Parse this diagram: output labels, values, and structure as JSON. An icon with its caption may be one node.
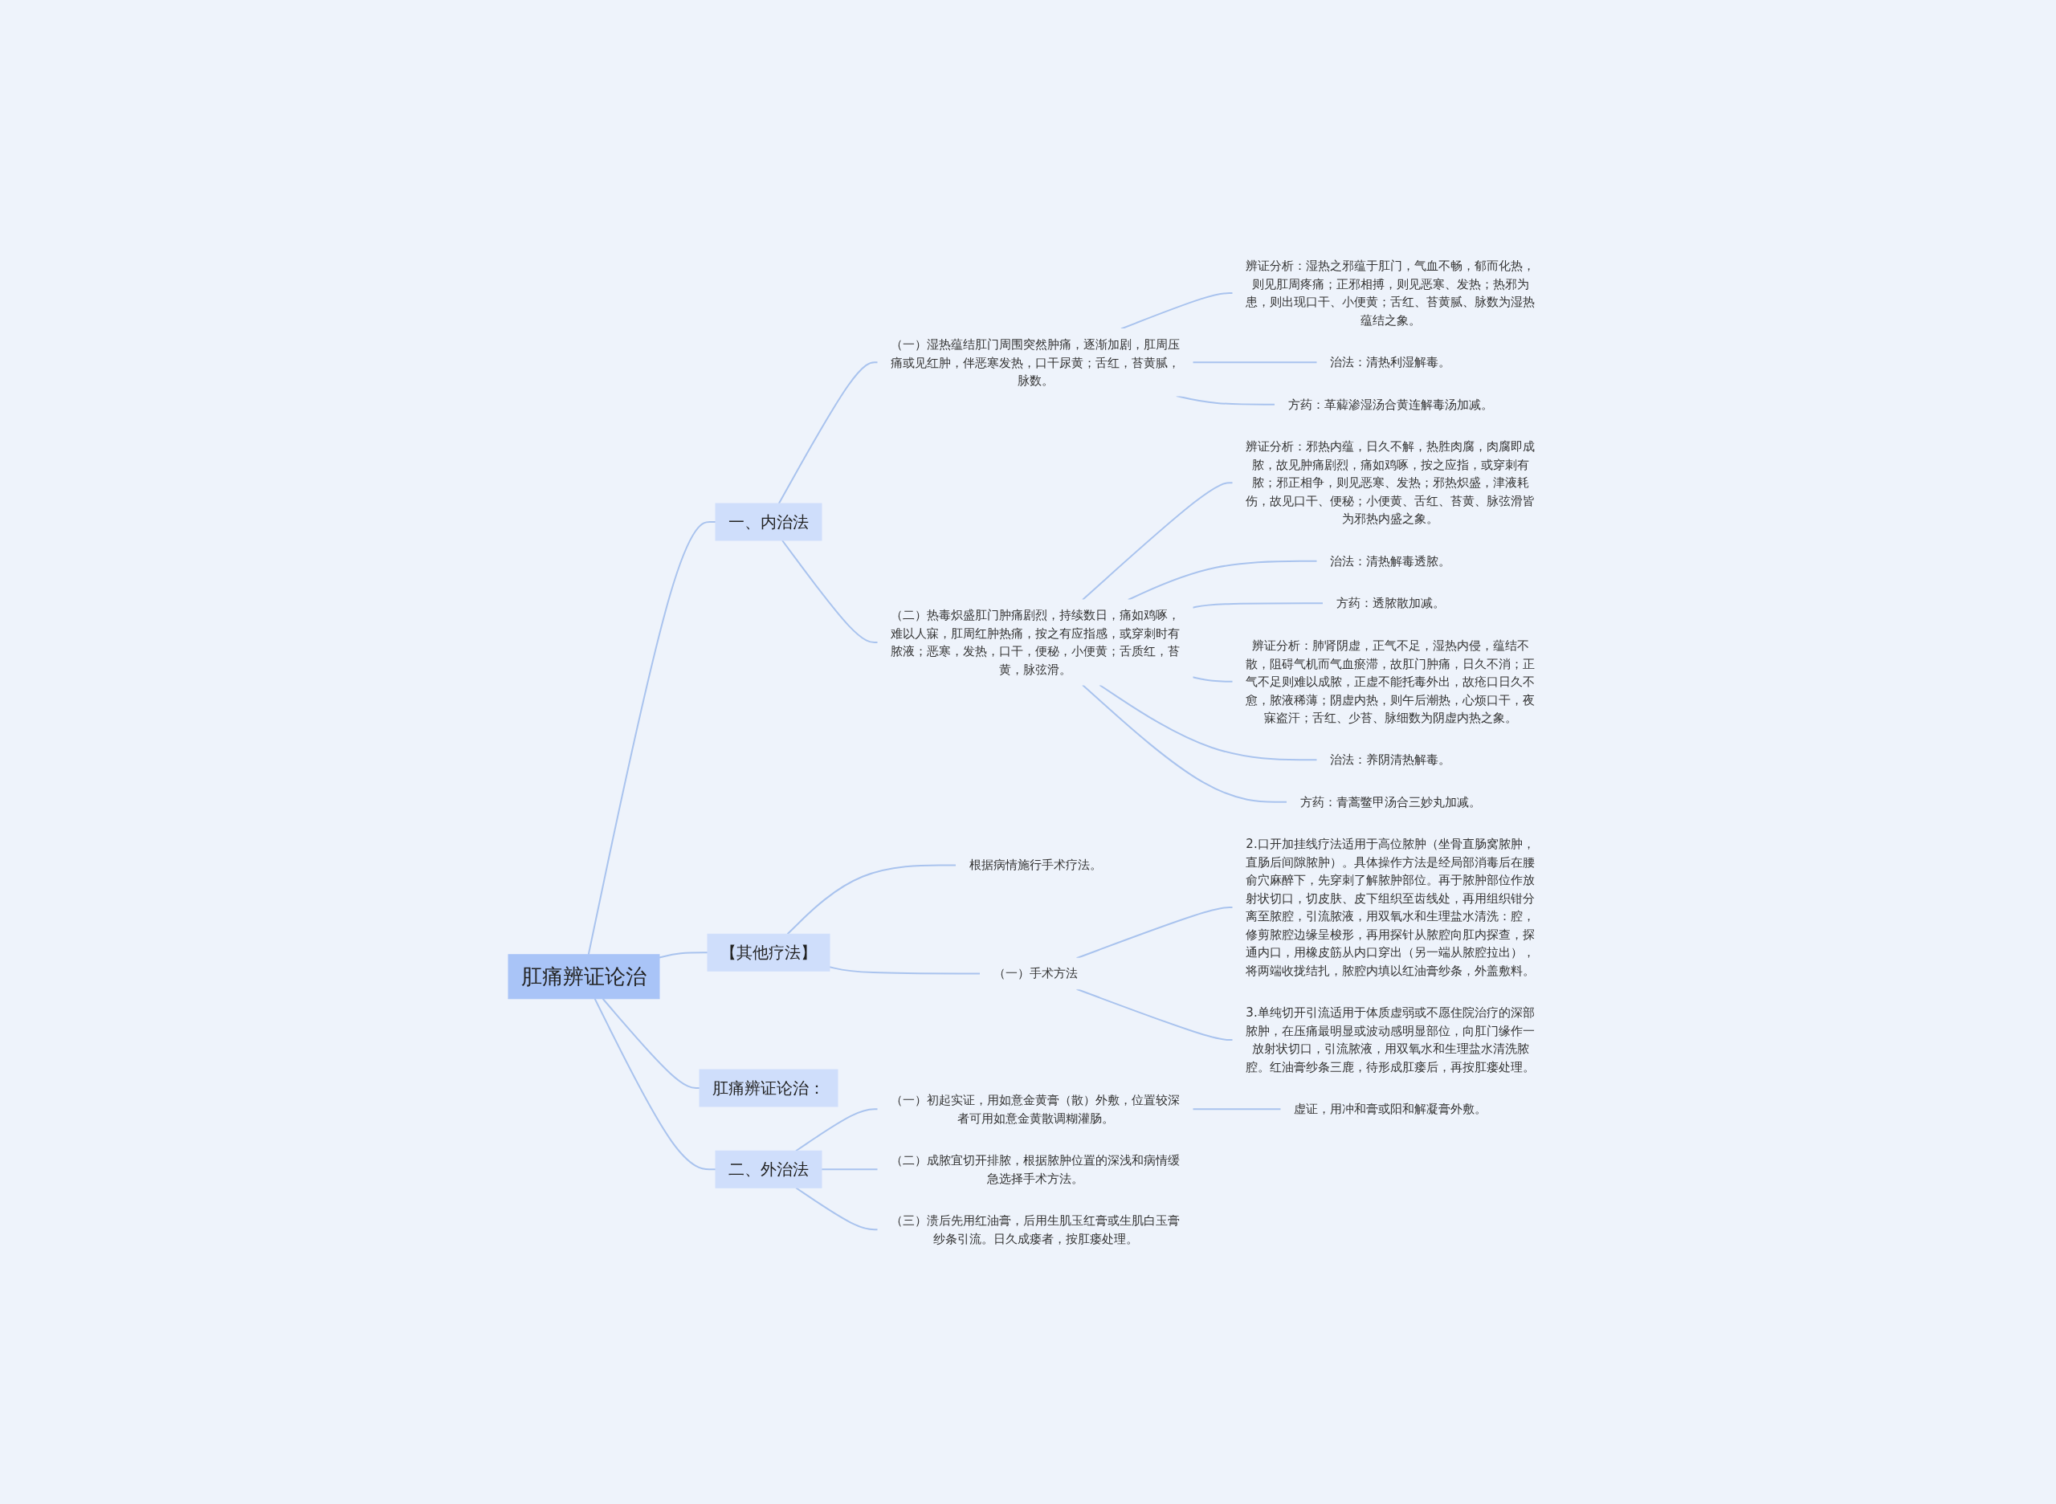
{
  "diagram": {
    "nodes": [
      {
        "text": [
          "肛痛辨证论治"
        ]
      },
      {
        "text": [
          "一、内治法"
        ]
      },
      {
        "text": [
          "（一）湿热蕴结肛门周围突然肿痛，逐渐加剧，肛周压痛或见红肿，伴恶寒发热，口干尿黄；舌红，苔黄腻，脉数。"
        ]
      },
      {
        "text": [
          "辨证分析：湿热之邪蕴于肛门，气血不畅，郁而化热，则见肛周疼痛；正邪相搏，则见恶寒、发热；热邪为患，则出现口干、小便黄；舌红、苔黄腻、脉数为湿热蕴结之象。"
        ]
      },
      {
        "text": [
          "治法：清热利湿解毒。"
        ]
      },
      {
        "text": [
          "方药：革薢渗湿汤合黄连解毒汤加减。"
        ]
      },
      {
        "text": [
          "（二）热毒炽盛肛门肿痛剧烈，持续数日，痛如鸡啄，难以人寐，肛周红肿热痛，按之有应指感，或穿刺时有脓液；恶寒，发热，口干，便秘，小便黄；舌质红，苔黄，脉弦滑。"
        ]
      },
      {
        "text": [
          "辨证分析：邪热内蕴，日久不解，热胜肉腐，肉腐即成脓，故见肿痛剧烈，痛如鸡啄，按之应指，或穿刺有脓；邪正相争，则见恶寒、发热；邪热炽盛，津液耗伤，故见口干、便秘；小便黄、舌红、苔黄、脉弦滑皆为邪热内盛之象。"
        ]
      },
      {
        "text": [
          "治法：清热解毒透脓。"
        ]
      },
      {
        "text": [
          "方药：透脓散加减。"
        ]
      },
      {
        "text": [
          "辨证分析：肺肾阴虚，正气不足，湿热内侵，蕴结不散，阻碍气机而气血瘀滞，故肛门肿痛，日久不消；正气不足则难以成脓，正虚不能托毒外出，故疮口日久不愈，脓液稀薄；阴虚内热，则午后潮热，心烦口干，夜寐盗汗；舌红、少苔、脉细数为阴虚内热之象。"
        ]
      },
      {
        "text": [
          "治法：养阴清热解毒。"
        ]
      },
      {
        "text": [
          "方药：青蒿鳖甲汤合三妙丸加减。"
        ]
      },
      {
        "text": [
          "【其他疗法】"
        ]
      },
      {
        "text": [
          "根据病情施行手术疗法。"
        ]
      },
      {
        "text": [
          "（一）手术方法"
        ]
      },
      {
        "text": [
          "2.口开加挂线疗法适用于高位脓肿（坐骨直肠窝脓肿，直肠后间隙脓肿）。具体操作方法是经局部消毒后在腰俞穴麻醉下，先穿刺了解脓肿部位。再于脓肿部位作放射状切口，切皮肤、皮下组织至齿线处，再用组织钳分离至脓腔，引流脓液，用双氧水和生理盐水清洗：腔，修剪脓腔边缘呈梭形，再用探针从脓腔向肛内探查，探通内口，用橡皮筋从内口穿出（另一端从脓腔拉出），将两端收拢结扎，脓腔内填以红油膏纱条，外盖敷料。"
        ]
      },
      {
        "text": [
          "3.单纯切开引流适用于体质虚弱或不愿住院治疗的深部脓肿，在压痛最明显或波动感明显部位，向肛门缘作一放射状切口，引流脓液，用双氧水和生理盐水清洗脓腔。红油膏纱条三鹿，待形成肛瘘后，再按肛瘘处理。"
        ]
      },
      {
        "text": [
          "肛痛辨证论治："
        ]
      },
      {
        "text": [
          "二、外治法"
        ]
      },
      {
        "text": [
          "（一）初起实证，用如意金黄膏（散）外敷，位置较深者可用如意金黄散调糊灌肠。"
        ]
      },
      {
        "text": [
          "虚证，用冲和膏或阳和解凝膏外敷。"
        ]
      },
      {
        "text": [
          "（二）成脓宜切开排脓，根据脓肿位置的深浅和病情缓急选择手术方法。"
        ]
      },
      {
        "text": [
          "（三）溃后先用红油膏，后用生肌玉红膏或生肌白玉膏纱条引流。日久成瘘者，按肛瘘处理。"
        ]
      }
    ],
    "edges": [
      {
        "from": 0,
        "to": 1,
        "arrow": "none"
      },
      {
        "from": 1,
        "to": 2,
        "arrow": "none"
      },
      {
        "from": 2,
        "to": 3,
        "arrow": "none"
      },
      {
        "from": 2,
        "to": 4,
        "arrow": "none"
      },
      {
        "from": 2,
        "to": 5,
        "arrow": "none"
      },
      {
        "from": 1,
        "to": 6,
        "arrow": "none"
      },
      {
        "from": 6,
        "to": 7,
        "arrow": "none"
      },
      {
        "from": 6,
        "to": 8,
        "arrow": "none"
      },
      {
        "from": 6,
        "to": 9,
        "arrow": "none"
      },
      {
        "from": 6,
        "to": 10,
        "arrow": "none"
      },
      {
        "from": 6,
        "to": 11,
        "arrow": "none"
      },
      {
        "from": 6,
        "to": 12,
        "arrow": "none"
      },
      {
        "from": 0,
        "to": 13,
        "arrow": "none"
      },
      {
        "from": 13,
        "to": 14,
        "arrow": "none"
      },
      {
        "from": 13,
        "to": 15,
        "arrow": "none"
      },
      {
        "from": 15,
        "to": 16,
        "arrow": "none"
      },
      {
        "from": 15,
        "to": 17,
        "arrow": "none"
      },
      {
        "from": 0,
        "to": 18,
        "arrow": "none"
      },
      {
        "from": 0,
        "to": 19,
        "arrow": "none"
      },
      {
        "from": 19,
        "to": 20,
        "arrow": "none"
      },
      {
        "from": 20,
        "to": 21,
        "arrow": "none"
      },
      {
        "from": 19,
        "to": 22,
        "arrow": "none"
      },
      {
        "from": 19,
        "to": 23,
        "arrow": "none"
      }
    ]
  }
}
